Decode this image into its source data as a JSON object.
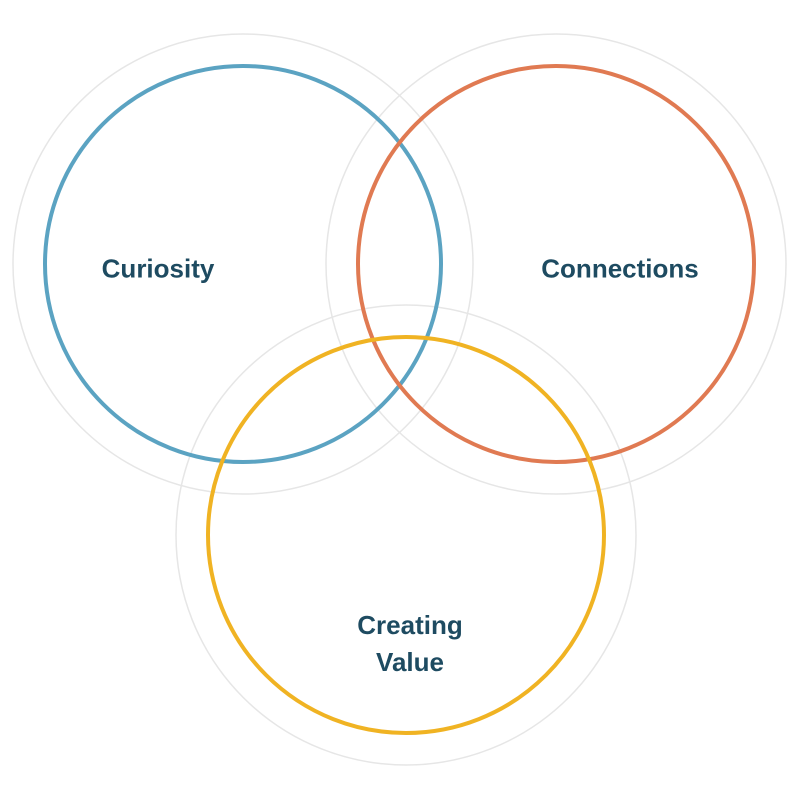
{
  "diagram": {
    "type": "venn",
    "circles": [
      {
        "id": "curiosity",
        "label_lines": [
          "Curiosity"
        ],
        "color": "#5ba3c2"
      },
      {
        "id": "connections",
        "label_lines": [
          "Connections"
        ],
        "color": "#e07a52"
      },
      {
        "id": "creating-value",
        "label_lines": [
          "Creating",
          "Value"
        ],
        "color": "#f0b323"
      }
    ],
    "outer_ring_color": "#e6e6e6",
    "label_color": "#1e4b61"
  }
}
